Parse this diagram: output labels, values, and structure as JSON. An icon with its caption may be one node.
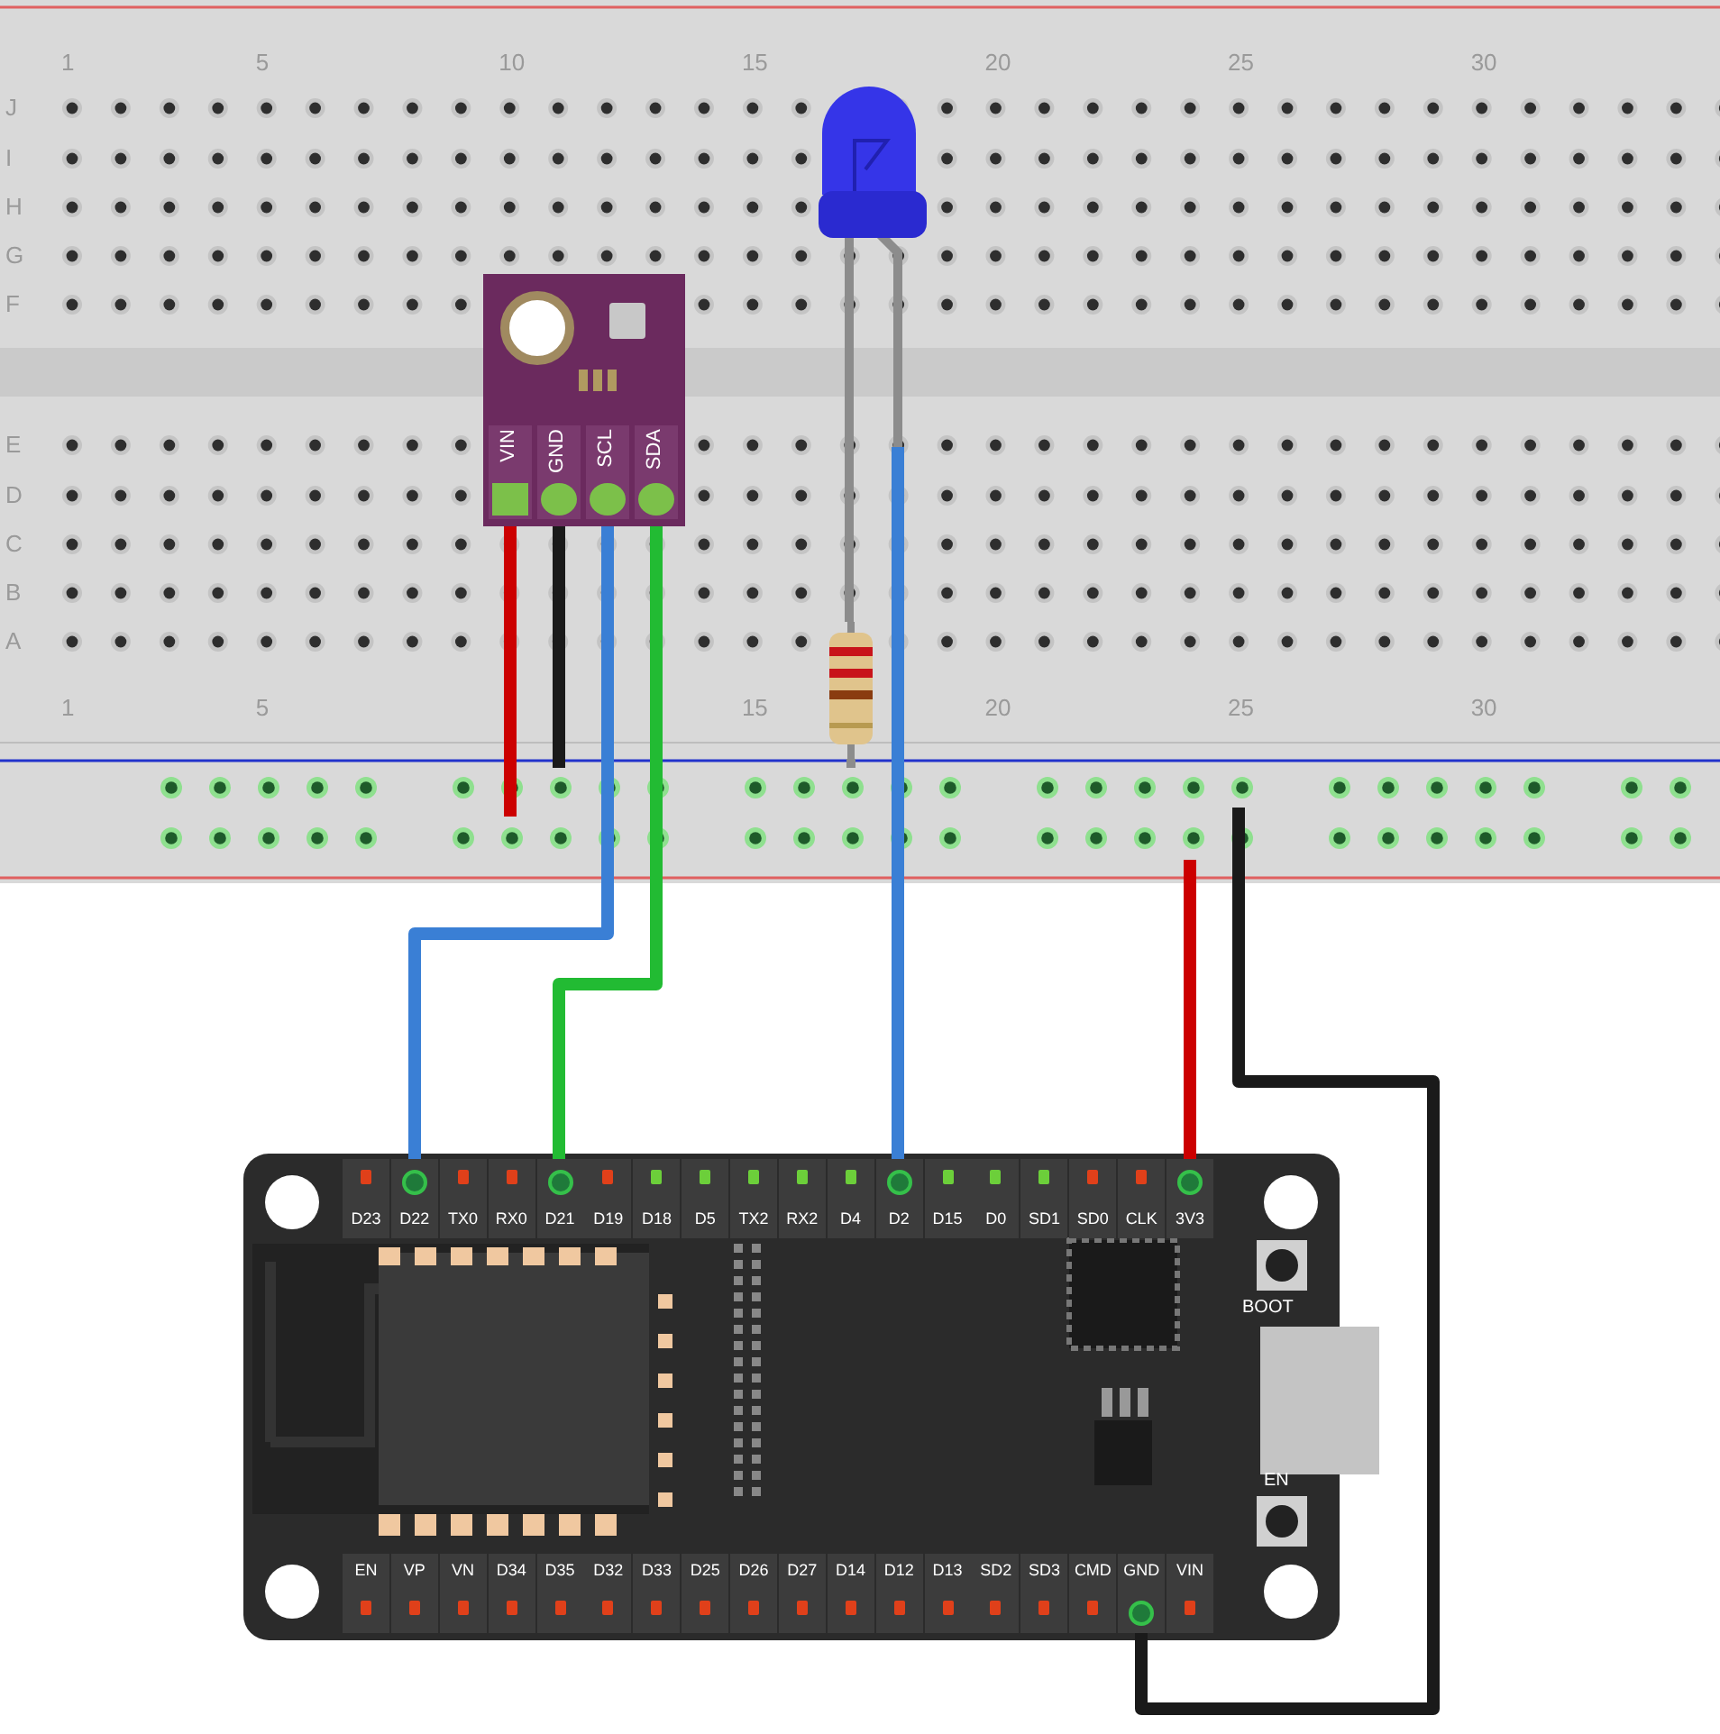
{
  "diagram": {
    "nodes": [
      {
        "text": [],
        "shape": "box"
      },
      {
        "text": [
          "VIN"
        ],
        "in": 0
      },
      {
        "text": [
          "GND"
        ],
        "in": 0
      },
      {
        "text": [
          "SCL"
        ],
        "in": 0
      },
      {
        "text": [
          "SDA"
        ],
        "in": 0
      },
      {
        "text": [],
        "shape": "picture"
      },
      {
        "text": [],
        "shape": "picture"
      },
      {
        "text": [],
        "shape": "bar"
      },
      {
        "text": [],
        "shape": "bar"
      },
      {
        "text": [],
        "shape": "box"
      },
      {
        "text": [
          "D23"
        ],
        "in": 9
      },
      {
        "text": [
          "D22"
        ],
        "in": 9
      },
      {
        "text": [
          "TX0"
        ],
        "in": 9
      },
      {
        "text": [
          "RX0"
        ],
        "in": 9
      },
      {
        "text": [
          "D21"
        ],
        "in": 9
      },
      {
        "text": [
          "D19"
        ],
        "in": 9
      },
      {
        "text": [
          "D18"
        ],
        "in": 9
      },
      {
        "text": [
          "D5"
        ],
        "in": 9
      },
      {
        "text": [
          "TX2"
        ],
        "in": 9
      },
      {
        "text": [
          "RX2"
        ],
        "in": 9
      },
      {
        "text": [
          "D4"
        ],
        "in": 9
      },
      {
        "text": [
          "D2"
        ],
        "in": 9
      },
      {
        "text": [
          "D15"
        ],
        "in": 9
      },
      {
        "text": [
          "D0"
        ],
        "in": 9
      },
      {
        "text": [
          "SD1"
        ],
        "in": 9
      },
      {
        "text": [
          "SD0"
        ],
        "in": 9
      },
      {
        "text": [
          "CLK"
        ],
        "in": 9
      },
      {
        "text": [
          "3V3"
        ],
        "in": 9
      },
      {
        "text": [
          "EN"
        ],
        "in": 9
      },
      {
        "text": [
          "VP"
        ],
        "in": 9
      },
      {
        "text": [
          "VN"
        ],
        "in": 9
      },
      {
        "text": [
          "D34"
        ],
        "in": 9
      },
      {
        "text": [
          "D35"
        ],
        "in": 9
      },
      {
        "text": [
          "D32"
        ],
        "in": 9
      },
      {
        "text": [
          "D33"
        ],
        "in": 9
      },
      {
        "text": [
          "D25"
        ],
        "in": 9
      },
      {
        "text": [
          "D26"
        ],
        "in": 9
      },
      {
        "text": [
          "D27"
        ],
        "in": 9
      },
      {
        "text": [
          "D14"
        ],
        "in": 9
      },
      {
        "text": [
          "D12"
        ],
        "in": 9
      },
      {
        "text": [
          "D13"
        ],
        "in": 9
      },
      {
        "text": [
          "SD2"
        ],
        "in": 9
      },
      {
        "text": [
          "SD3"
        ],
        "in": 9
      },
      {
        "text": [
          "CMD"
        ],
        "in": 9
      },
      {
        "text": [
          "GND"
        ],
        "in": 9
      },
      {
        "text": [
          "VIN"
        ],
        "in": 9
      }
    ],
    "edges": [
      {
        "from": 1,
        "to": 8,
        "arrow": "none",
        "color": "#cc0000"
      },
      {
        "from": 2,
        "to": 7,
        "arrow": "none",
        "color": "#1a1a1a"
      },
      {
        "from": 3,
        "to": 11,
        "arrow": "none",
        "color": "#3a7fd5"
      },
      {
        "from": 4,
        "to": 14,
        "arrow": "none",
        "color": "#22bb33"
      },
      {
        "from": 5,
        "to": 6,
        "arrow": "none",
        "color": "#8c8c8c"
      },
      {
        "from": 6,
        "to": 7,
        "arrow": "none",
        "color": "#8c8c8c"
      },
      {
        "from": 5,
        "to": 21,
        "arrow": "none",
        "color": "#3a7fd5"
      },
      {
        "from": 8,
        "to": 27,
        "arrow": "none",
        "color": "#cc0000"
      },
      {
        "from": 7,
        "to": 44,
        "arrow": "none",
        "color": "#1a1a1a"
      }
    ],
    "labels": [
      "1",
      "5",
      "10",
      "15",
      "20",
      "25",
      "30",
      "J",
      "I",
      "H",
      "G",
      "F",
      "E",
      "D",
      "C",
      "B",
      "A",
      "1",
      "5",
      "15",
      "20",
      "25",
      "30",
      "BOOT",
      "EN"
    ]
  }
}
